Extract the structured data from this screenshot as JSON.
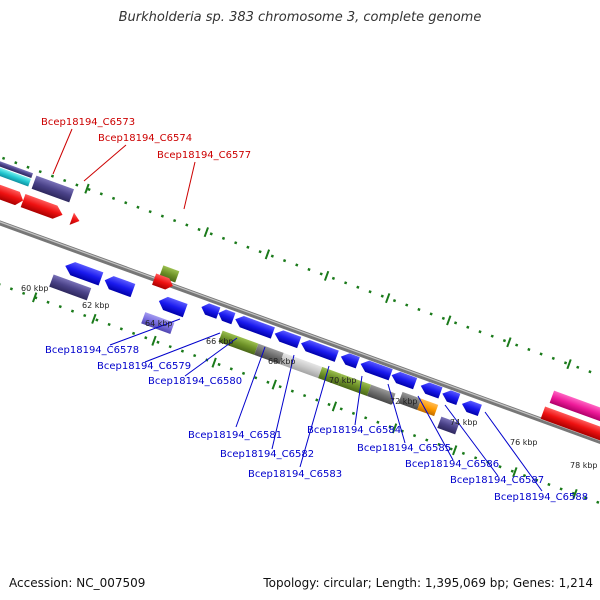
{
  "title": "Burkholderia sp. 383 chromosome 3, complete genome",
  "footer": {
    "accession": "Accession: NC_007509",
    "topology": "Topology: circular; Length: 1,395,069 bp; Genes: 1,214"
  },
  "colors": {
    "forward_label": "#cc0000",
    "reverse_label": "#0000cc",
    "backbone": "#8a8a8a",
    "tick": "#1a7a1a"
  },
  "forward_gene_labels": [
    "Bcep18194_C6573",
    "Bcep18194_C6574",
    "Bcep18194_C6577"
  ],
  "reverse_gene_labels": [
    "Bcep18194_C6578",
    "Bcep18194_C6579",
    "Bcep18194_C6580",
    "Bcep18194_C6581",
    "Bcep18194_C6582",
    "Bcep18194_C6583",
    "Bcep18194_C6584",
    "Bcep18194_C6585",
    "Bcep18194_C6586",
    "Bcep18194_C6587",
    "Bcep18194_C6588"
  ],
  "scale_ticks": [
    "60 kbp",
    "62 kbp",
    "64 kbp",
    "66 kbp",
    "68 kbp",
    "70 kbp",
    "72 kbp",
    "74 kbp",
    "76 kbp",
    "78 kbp"
  ]
}
